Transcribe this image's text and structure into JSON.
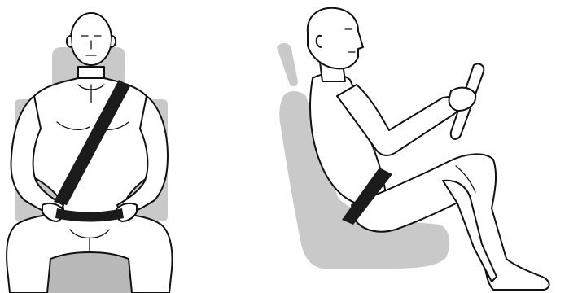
{
  "colors": {
    "seat": "#c9c9c9",
    "seat_dark": "#b9b9b9",
    "belt": "#1b1b1b",
    "outline": "#111111",
    "skin": "#ffffff",
    "background": "#ffffff"
  },
  "figures": [
    {
      "view": "front",
      "icon": "seated-person-front-with-lap-shoulder-belt"
    },
    {
      "view": "side",
      "icon": "seated-driver-side-with-lap-belt"
    }
  ]
}
